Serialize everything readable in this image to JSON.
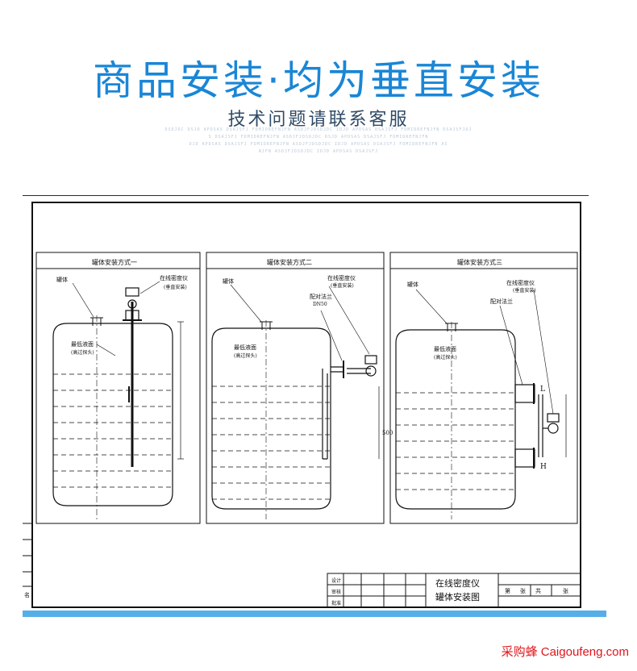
{
  "header": {
    "headline": "商品安装·均为垂直安装",
    "subtitle": "技术问题请联系客服",
    "decorative_lines": [
      "DSDJDC DSJD APDSAS DSAJSFJ FDMIDREFNJFN ASDJFJDSDJDC IDJD APDSAS DSAJSFJ FDMIDREFNJFN DSAJSFJDJ",
      "S DSAJSFJ FDMIDREFNJFN ASDJFJDSDJDC DSJD APDSAS DSAJSFJ FDMIDREFNJFN",
      "DJD APDSAS DSAJSFJ FDMIDREFNJFN ASDJFJDSDJDC IDJD APDSAS DSAJSFJ FDMIDREFNJFN AS",
      "NJFN ASDJFJDSDJDC IDJD APDSAS DSAJSFJ"
    ]
  },
  "drawing": {
    "panels": [
      {
        "title": "罐体安装方式一",
        "tank_label": "罐体",
        "instrument_label": "在线密度仪",
        "instrument_note": "(垂直安装)",
        "level_label": "最低液面",
        "level_note": "(高过探头)"
      },
      {
        "title": "罐体安装方式二",
        "tank_label": "罐体",
        "instrument_label": "在线密度仪",
        "instrument_note": "(垂直安装)",
        "flange_label": "配对法兰",
        "flange_note": "DN50",
        "level_label": "最低液面",
        "level_note": "(高过探头)",
        "dimension": "500"
      },
      {
        "title": "罐体安装方式三",
        "tank_label": "罐体",
        "instrument_label": "在线密度仪",
        "instrument_note": "(垂直安装)",
        "flange_label": "配对法兰",
        "level_label": "最低液面",
        "level_note": "(高过探头)",
        "mark_low": "L",
        "mark_high": "H"
      }
    ],
    "title_block": {
      "name_line1": "在线密度仪",
      "name_line2": "罐体安装图",
      "rows": [
        "设计",
        "审核",
        "批准"
      ],
      "sheet_cells": [
        "第",
        "张",
        "共",
        "张"
      ],
      "left_edge_label": "名"
    }
  },
  "watermark": "采购蜂 Caigoufeng.com",
  "colors": {
    "headline": "#1a86d6",
    "accent_bar": "#55aee8",
    "watermark": "#e0141b"
  }
}
